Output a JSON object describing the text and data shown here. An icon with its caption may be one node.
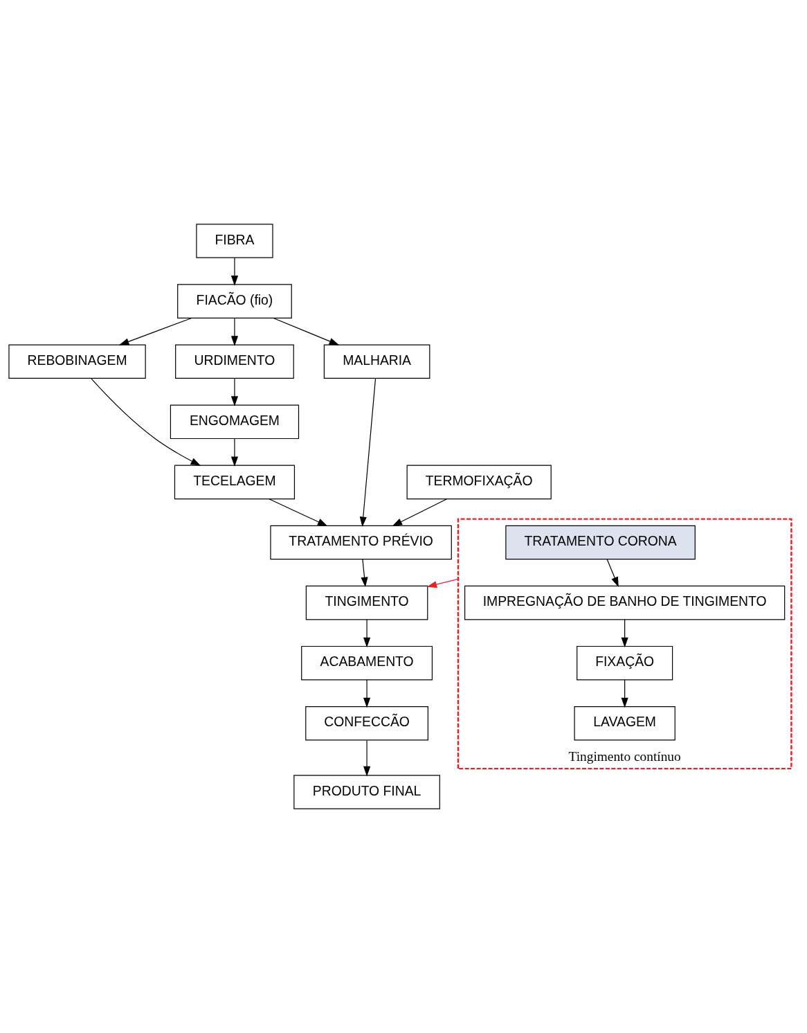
{
  "diagram": {
    "nodes": [
      {
        "text": [
          "FIBRA"
        ]
      },
      {
        "text": [
          "FIACÃO (fio)"
        ]
      },
      {
        "text": [
          "REBOBINAGEM"
        ]
      },
      {
        "text": [
          "URDIMENTO"
        ]
      },
      {
        "text": [
          "MALHARIA"
        ]
      },
      {
        "text": [
          "ENGOMAGEM"
        ]
      },
      {
        "text": [
          "TECELAGEM"
        ]
      },
      {
        "text": [
          "TERMOFIXAÇÃO"
        ]
      },
      {
        "text": [
          "TRATAMENTO PRÉVIO"
        ]
      },
      {
        "text": [
          "TINGIMENTO"
        ]
      },
      {
        "text": [
          "Tingimento contínuo"
        ]
      },
      {
        "text": [
          "TRATAMENTO CORONA"
        ],
        "in": 10
      },
      {
        "text": [
          "IMPREGNAÇÃO DE BANHO DE TINGIMENTO"
        ],
        "in": 10
      },
      {
        "text": [
          "FIXAÇÃO"
        ],
        "in": 10
      },
      {
        "text": [
          "LAVAGEM"
        ],
        "in": 10
      },
      {
        "text": [
          "ACABAMENTO"
        ]
      },
      {
        "text": [
          "CONFECCÃO"
        ]
      },
      {
        "text": [
          "PRODUTO FINAL"
        ]
      }
    ],
    "edges": [
      {
        "from": 0,
        "to": 1,
        "arrow": "to"
      },
      {
        "from": 1,
        "to": 2,
        "arrow": "to"
      },
      {
        "from": 1,
        "to": 3,
        "arrow": "to"
      },
      {
        "from": 1,
        "to": 4,
        "arrow": "to"
      },
      {
        "from": 3,
        "to": 5,
        "arrow": "to"
      },
      {
        "from": 5,
        "to": 6,
        "arrow": "to"
      },
      {
        "from": 2,
        "to": 6,
        "arrow": "to"
      },
      {
        "from": 6,
        "to": 8,
        "arrow": "to"
      },
      {
        "from": 4,
        "to": 8,
        "arrow": "to"
      },
      {
        "from": 7,
        "to": 8,
        "arrow": "to"
      },
      {
        "from": 8,
        "to": 9,
        "arrow": "to"
      },
      {
        "from": 11,
        "to": 12,
        "arrow": "to"
      },
      {
        "from": 12,
        "to": 13,
        "arrow": "to"
      },
      {
        "from": 13,
        "to": 14,
        "arrow": "to"
      },
      {
        "from": 10,
        "to": 9,
        "arrow": "to",
        "color": "#e8202a"
      },
      {
        "from": 9,
        "to": 15,
        "arrow": "to"
      },
      {
        "from": 15,
        "to": 16,
        "arrow": "to"
      },
      {
        "from": 16,
        "to": 17,
        "arrow": "to"
      }
    ]
  }
}
